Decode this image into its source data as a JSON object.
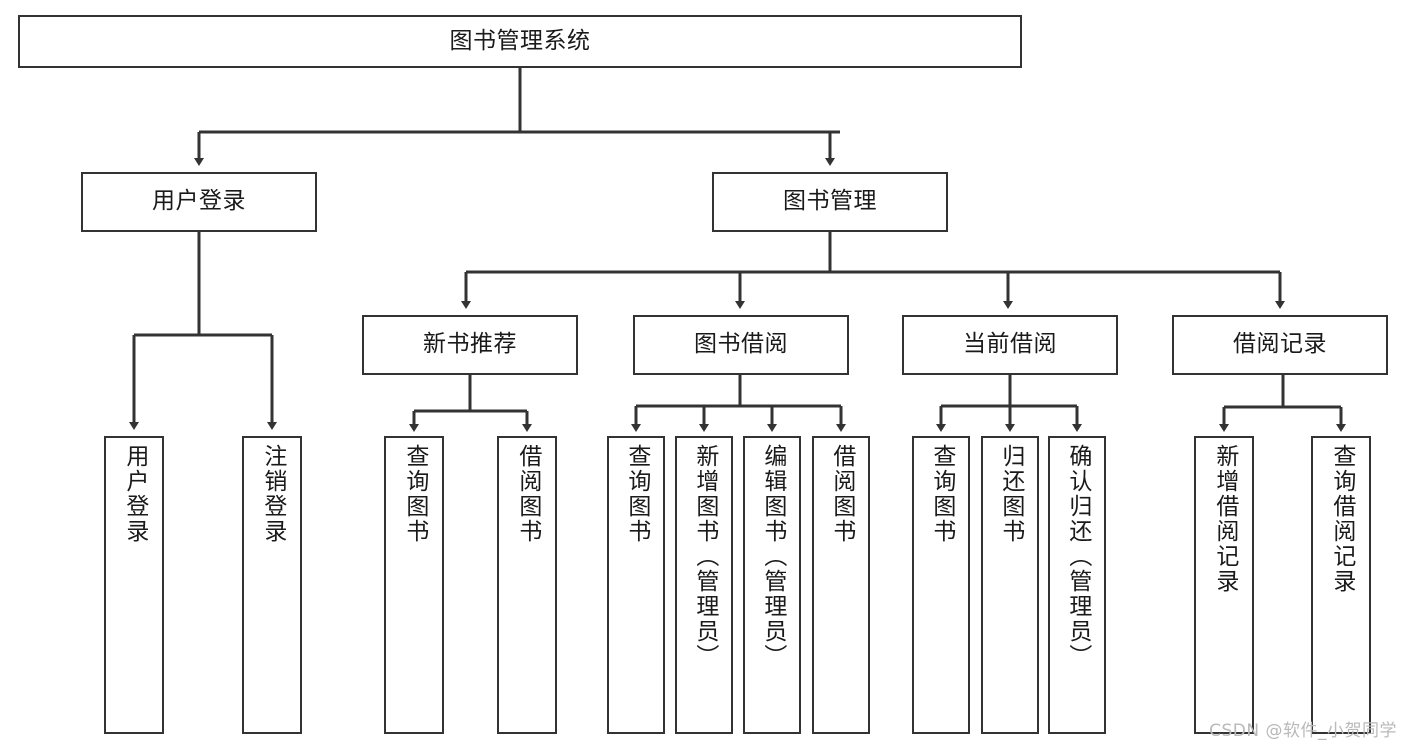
{
  "diagram": {
    "title": "图书管理系统",
    "type": "tree",
    "watermark": "CSDN @软件_小贺同学",
    "colors": {
      "box_border": "#333333",
      "box_fill": "#ffffff",
      "edge": "#333333",
      "text": "#1a1a1a",
      "watermark": "#b9b9b9",
      "background": "#ffffff"
    },
    "root": {
      "id": "root",
      "label": "图书管理系统"
    },
    "level2": [
      {
        "id": "user-login",
        "label": "用户登录"
      },
      {
        "id": "book-manage",
        "label": "图书管理"
      }
    ],
    "level3": [
      {
        "id": "new-book-rec",
        "label": "新书推荐",
        "parent": "book-manage"
      },
      {
        "id": "book-borrow",
        "label": "图书借阅",
        "parent": "book-manage"
      },
      {
        "id": "current-borrow",
        "label": "当前借阅",
        "parent": "book-manage"
      },
      {
        "id": "borrow-record",
        "label": "借阅记录",
        "parent": "book-manage"
      }
    ],
    "leaves": [
      {
        "id": "leaf-user-login",
        "label": "用户登录",
        "parent": "user-login"
      },
      {
        "id": "leaf-user-logout",
        "label": "注销登录",
        "parent": "user-login"
      },
      {
        "id": "leaf-query-book-1",
        "label": "查询图书",
        "parent": "new-book-rec"
      },
      {
        "id": "leaf-borrow-book-1",
        "label": "借阅图书",
        "parent": "new-book-rec"
      },
      {
        "id": "leaf-query-book-2",
        "label": "查询图书",
        "parent": "book-borrow"
      },
      {
        "id": "leaf-add-book",
        "label": "新增图书（管理员）",
        "parent": "book-borrow"
      },
      {
        "id": "leaf-edit-book",
        "label": "编辑图书（管理员）",
        "parent": "book-borrow"
      },
      {
        "id": "leaf-borrow-book-2",
        "label": "借阅图书",
        "parent": "book-borrow"
      },
      {
        "id": "leaf-query-book-3",
        "label": "查询图书",
        "parent": "current-borrow"
      },
      {
        "id": "leaf-return-book",
        "label": "归还图书",
        "parent": "current-borrow"
      },
      {
        "id": "leaf-confirm-return",
        "label": "确认归还（管理员）",
        "parent": "current-borrow"
      },
      {
        "id": "leaf-add-record",
        "label": "新增借阅记录",
        "parent": "borrow-record"
      },
      {
        "id": "leaf-query-record",
        "label": "查询借阅记录",
        "parent": "borrow-record"
      }
    ]
  }
}
